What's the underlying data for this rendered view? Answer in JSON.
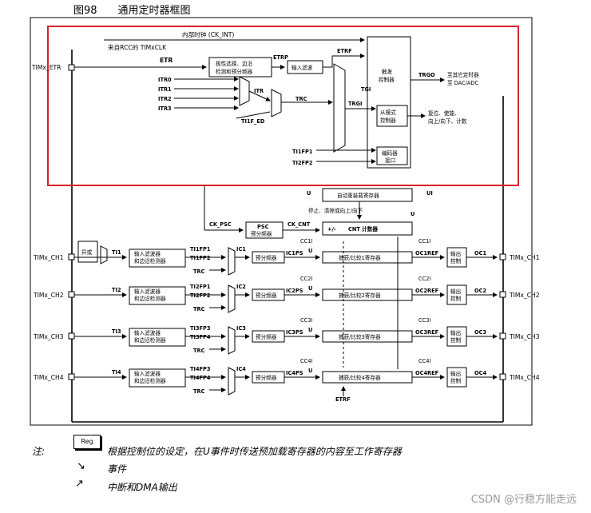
{
  "figure_title": "图98　　通用定时器框图",
  "highlight_color": "#d9202c",
  "signals": {
    "ck_int": "内部时钟 (CK_INT)",
    "rcc_clk": "来自RCC的 TIMxCLK",
    "etr": "ETR",
    "etrp": "ETRP",
    "etrf": "ETRF",
    "trgo": "TRGO",
    "trgo_dest": "至其它定时器\n至 DAC/ADC",
    "itr": [
      "ITR0",
      "ITR1",
      "ITR2",
      "ITR3"
    ],
    "itr_mux": "ITR",
    "trc": "TRC",
    "ti1f_ed": "TI1F_ED",
    "tgi": "TGI",
    "trgi": "TRGI",
    "ti1fp1": "TI1FP1",
    "ti2fp2": "TI2FP2",
    "slave_out": "复位、使能、\n向上/向下、计数",
    "ck_psc": "CK_PSC",
    "ck_cnt": "CK_CNT",
    "u": "U",
    "ui": "UI",
    "stop_clear": "停止、清除或向上/向下",
    "etrf_bottom": "ETRF"
  },
  "blocks": {
    "polarity": "极性选择、边沿\n检测和预分频器",
    "input_filter": "输入滤波",
    "trigger": "触发\n控制器",
    "slave": "从模式\n控制器",
    "encoder": "编码器\n接口",
    "auto_reload": "自动重装载寄存器",
    "psc": "PSC\n预分频器",
    "cnt": "CNT 计数器",
    "cnt_dir": "+/-",
    "xor": "异或"
  },
  "pins": {
    "etr_pin": "TIMx_ETR",
    "left": [
      "TIMx_CH1",
      "TIMx_CH2",
      "TIMx_CH3",
      "TIMx_CH4"
    ],
    "right": [
      "TIMx_CH1",
      "TIMx_CH2",
      "TIMx_CH3",
      "TIMx_CH4"
    ]
  },
  "channels": [
    {
      "ti": "TI1",
      "filter": "输入滤波器\n和边沿检测器",
      "fp_a": "TI1FP1",
      "fp_b": "TI1FP2",
      "ic": "IC1",
      "presc": "预分频器",
      "icps": "IC1PS",
      "cci": "CC1I",
      "capture": "捕获/比较1寄存器",
      "ref": "OC1REF",
      "out": "输出\n控制",
      "oc": "OC1"
    },
    {
      "ti": "TI2",
      "filter": "输入滤波器\n和边沿检测器",
      "fp_a": "TI2FP1",
      "fp_b": "TI2FP2",
      "ic": "IC2",
      "presc": "预分频器",
      "icps": "IC2PS",
      "cci": "CC2I",
      "capture": "捕获/比较2寄存器",
      "ref": "OC2REF",
      "out": "输出\n控制",
      "oc": "OC2"
    },
    {
      "ti": "TI3",
      "filter": "输入滤波器\n和边沿检测器",
      "fp_a": "TI3FP3",
      "fp_b": "TI3FP4",
      "ic": "IC3",
      "presc": "预分频器",
      "icps": "IC3PS",
      "cci": "CC3I",
      "capture": "捕获/比较3寄存器",
      "ref": "OC3REF",
      "out": "输出\n控制",
      "oc": "OC3"
    },
    {
      "ti": "TI4",
      "filter": "输入滤波器\n和边沿检测器",
      "fp_a": "TI4FP3",
      "fp_b": "TI4FP4",
      "ic": "IC4",
      "presc": "预分频器",
      "icps": "IC4PS",
      "cci": "CC4I",
      "capture": "捕获/比较4寄存器",
      "ref": "OC4REF",
      "out": "输出\n控制",
      "oc": "OC4"
    }
  ],
  "legend": {
    "note_label": "注:",
    "reg_label": "Reg",
    "reg_text": "根据控制位的设定，在U事件时传送预加载寄存器的内容至工作寄存器",
    "event_text": "事件",
    "irq_text": "中断和DMA输出"
  },
  "watermark": "CSDN @行稳方能走远"
}
